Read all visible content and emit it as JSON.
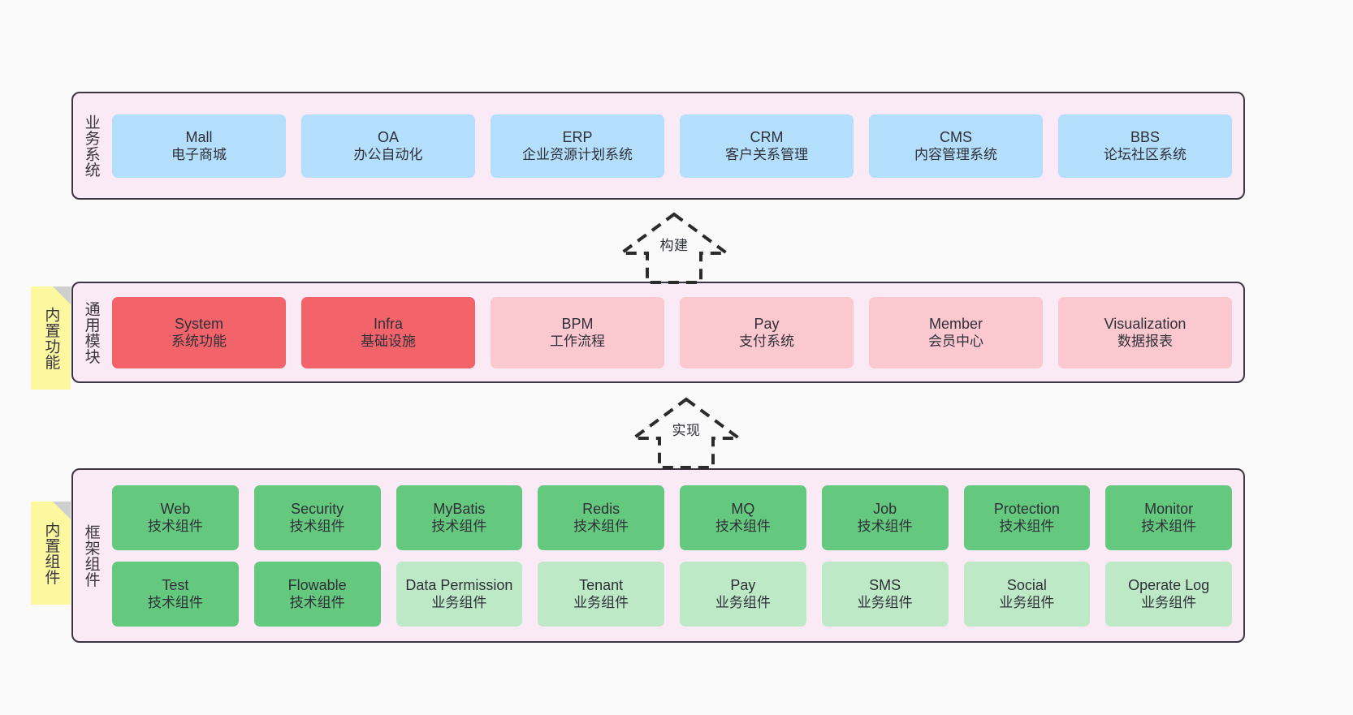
{
  "diagram": {
    "background_color": "#fafafa",
    "panel_color": "#faeaf5",
    "panel_border_color": "#3d3444",
    "note_color": "#fbf8a0"
  },
  "layers": [
    {
      "id": "business",
      "title": "业务系统",
      "node_color": "#b3dffc",
      "rows": [
        [
          {
            "en": "Mall",
            "cn": "电子商城"
          },
          {
            "en": "OA",
            "cn": "办公自动化"
          },
          {
            "en": "ERP",
            "cn": "企业资源计划系统"
          },
          {
            "en": "CRM",
            "cn": "客户关系管理"
          },
          {
            "en": "CMS",
            "cn": "内容管理系统"
          },
          {
            "en": "BBS",
            "cn": "论坛社区系统"
          }
        ]
      ]
    },
    {
      "id": "module",
      "title": "通用模块",
      "note": "内置功能",
      "rows": [
        [
          {
            "en": "System",
            "cn": "系统功能",
            "color": "#f3636a"
          },
          {
            "en": "Infra",
            "cn": "基础设施",
            "color": "#f3636a"
          },
          {
            "en": "BPM",
            "cn": "工作流程",
            "color": "#fbc8d0"
          },
          {
            "en": "Pay",
            "cn": "支付系统",
            "color": "#fbc8d0"
          },
          {
            "en": "Member",
            "cn": "会员中心",
            "color": "#fbc8d0"
          },
          {
            "en": "Visualization",
            "cn": "数据报表",
            "color": "#fbc8d0"
          }
        ]
      ]
    },
    {
      "id": "framework",
      "title": "框架组件",
      "note": "内置组件",
      "rows": [
        [
          {
            "en": "Web",
            "cn": "技术组件",
            "color": "#64c97e"
          },
          {
            "en": "Security",
            "cn": "技术组件",
            "color": "#64c97e"
          },
          {
            "en": "MyBatis",
            "cn": "技术组件",
            "color": "#64c97e"
          },
          {
            "en": "Redis",
            "cn": "技术组件",
            "color": "#64c97e"
          },
          {
            "en": "MQ",
            "cn": "技术组件",
            "color": "#64c97e"
          },
          {
            "en": "Job",
            "cn": "技术组件",
            "color": "#64c97e"
          },
          {
            "en": "Protection",
            "cn": "技术组件",
            "color": "#64c97e"
          },
          {
            "en": "Monitor",
            "cn": "技术组件",
            "color": "#64c97e"
          }
        ],
        [
          {
            "en": "Test",
            "cn": "技术组件",
            "color": "#64c97e"
          },
          {
            "en": "Flowable",
            "cn": "技术组件",
            "color": "#64c97e"
          },
          {
            "en": "Data Permission",
            "cn": "业务组件",
            "color": "#bde9c7"
          },
          {
            "en": "Tenant",
            "cn": "业务组件",
            "color": "#bde9c7"
          },
          {
            "en": "Pay",
            "cn": "业务组件",
            "color": "#bde9c7"
          },
          {
            "en": "SMS",
            "cn": "业务组件",
            "color": "#bde9c7"
          },
          {
            "en": "Social",
            "cn": "业务组件",
            "color": "#bde9c7"
          },
          {
            "en": "Operate Log",
            "cn": "业务组件",
            "color": "#bde9c7"
          }
        ]
      ]
    }
  ],
  "connectors": [
    {
      "id": "build",
      "label": "构建"
    },
    {
      "id": "implement",
      "label": "实现"
    }
  ]
}
